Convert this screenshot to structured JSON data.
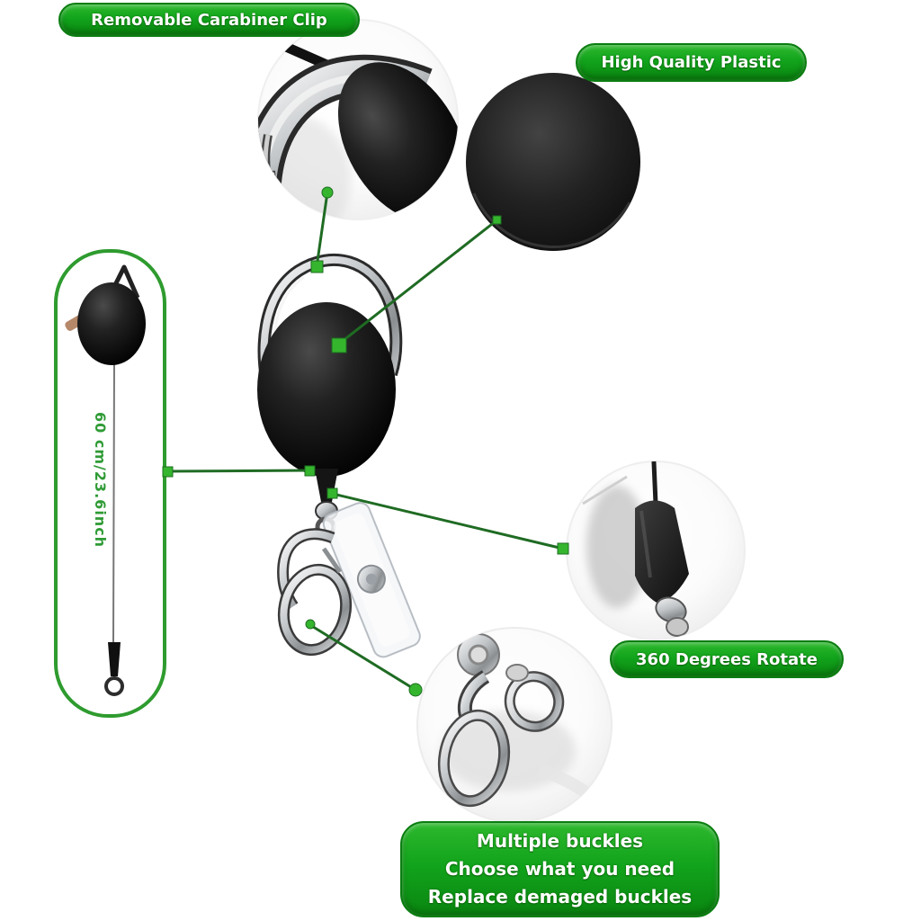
{
  "annotations": {
    "carabiner_pill": {
      "label": "Removable Carabiner Clip"
    },
    "plastic_pill": {
      "label": "High Quality Plastic"
    },
    "rotate_pill": {
      "label": "360 Degrees Rotate"
    },
    "buckles_pill": {
      "lines": [
        "Multiple buckles",
        "Choose what you need",
        "Replace demaged buckles"
      ]
    },
    "cord_length_label": {
      "label": "60 cm/23.6inch"
    }
  },
  "colors": {
    "pill_green": "#12a41c",
    "pill_green_light": "#2db82d",
    "pill_green_dark": "#0a8510",
    "pill_border": "#0b7d11",
    "line_green": "#1f6b23",
    "node_green": "#35b52e",
    "box_border": "#2e9b2e",
    "length_text": "#2f9b35",
    "label_text": "#ffffff",
    "background": "#ffffff"
  }
}
